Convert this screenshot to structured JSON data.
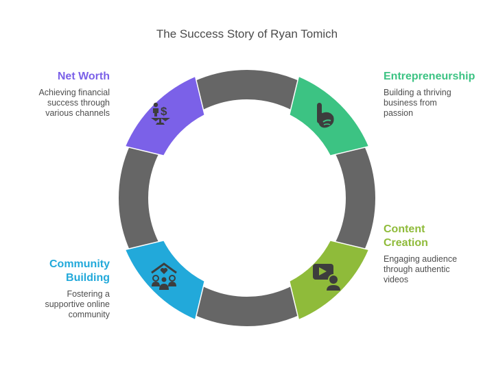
{
  "title": "The Success Story of Ryan Tomich",
  "ring_color": "#666666",
  "stages": [
    {
      "id": "net-worth",
      "title": "Net Worth",
      "description_lines": [
        "Achieving financial",
        "success through",
        "various channels"
      ],
      "color": "#7b61e8",
      "icon": "balance-scale-person-dollar-icon",
      "position": "top-left"
    },
    {
      "id": "entrepreneurship",
      "title": "Entrepreneurship",
      "description_lines": [
        "Building a thriving",
        "business from",
        "passion"
      ],
      "color": "#3cc383",
      "icon": "bitbucket-b-logo-icon",
      "position": "top-right"
    },
    {
      "id": "content-creation",
      "title_lines": [
        "Content",
        "Creation"
      ],
      "title": "Content Creation",
      "description_lines": [
        "Engaging audience",
        "through authentic",
        "videos"
      ],
      "color": "#8fbb3a",
      "icon": "video-creator-icon",
      "position": "bottom-right"
    },
    {
      "id": "community-building",
      "title_lines": [
        "Community",
        "Building"
      ],
      "title": "Community Building",
      "description_lines": [
        "Fostering a",
        "supportive online",
        "community"
      ],
      "color": "#22a9da",
      "icon": "community-house-icon",
      "position": "bottom-left"
    }
  ]
}
